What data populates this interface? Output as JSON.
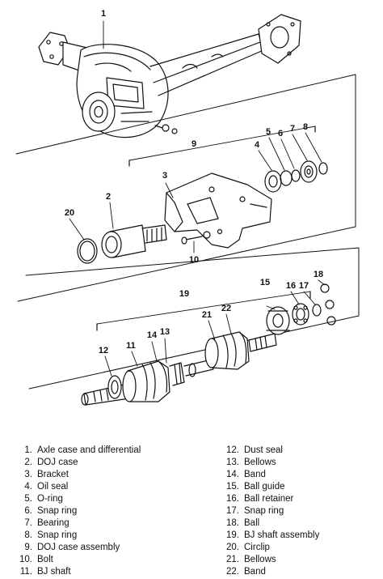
{
  "callouts": {
    "c1": "1",
    "c2": "2",
    "c3": "3",
    "c4": "4",
    "c5": "5",
    "c6": "6",
    "c7": "7",
    "c8": "8",
    "c9": "9",
    "c10": "10",
    "c11": "11",
    "c12": "12",
    "c13": "13",
    "c14": "14",
    "c15": "15",
    "c16": "16",
    "c17": "17",
    "c18": "18",
    "c19": "19",
    "c20": "20",
    "c21": "21",
    "c22": "22"
  },
  "legend": {
    "left": [
      {
        "num": "1.",
        "label": "Axle case and differential"
      },
      {
        "num": "2.",
        "label": "DOJ case"
      },
      {
        "num": "3.",
        "label": "Bracket"
      },
      {
        "num": "4.",
        "label": "Oil seal"
      },
      {
        "num": "5.",
        "label": "O-ring"
      },
      {
        "num": "6.",
        "label": "Snap ring"
      },
      {
        "num": "7.",
        "label": "Bearing"
      },
      {
        "num": "8.",
        "label": "Snap ring"
      },
      {
        "num": "9.",
        "label": "DOJ case assembly"
      },
      {
        "num": "10.",
        "label": "Bolt"
      },
      {
        "num": "11.",
        "label": "BJ shaft"
      }
    ],
    "right": [
      {
        "num": "12.",
        "label": "Dust seal"
      },
      {
        "num": "13.",
        "label": "Bellows"
      },
      {
        "num": "14.",
        "label": "Band"
      },
      {
        "num": "15.",
        "label": "Ball guide"
      },
      {
        "num": "16.",
        "label": "Ball retainer"
      },
      {
        "num": "17.",
        "label": "Snap ring"
      },
      {
        "num": "18.",
        "label": "Ball"
      },
      {
        "num": "19.",
        "label": "BJ shaft assembly"
      },
      {
        "num": "20.",
        "label": "Circlip"
      },
      {
        "num": "21.",
        "label": "Bellows"
      },
      {
        "num": "22.",
        "label": "Band"
      }
    ]
  }
}
